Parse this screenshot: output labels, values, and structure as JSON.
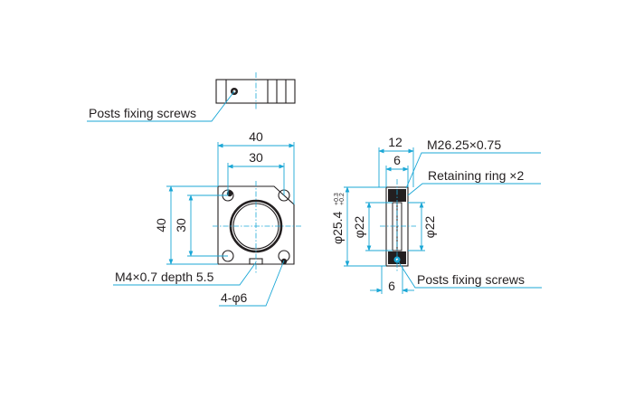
{
  "labels": {
    "top_posts_fixing_screws": "Posts fixing screws",
    "side_posts_fixing_screws": "Posts fixing screws",
    "thread_spec": "M26.25×0.75",
    "retaining_ring": "Retaining ring ×2",
    "tapped_hole": "M4×0.7 depth 5.5",
    "holes": "4-φ6"
  },
  "dimensions": {
    "front_outer_width": "40",
    "front_inner_width": "30",
    "front_outer_height": "40",
    "front_inner_height": "30",
    "side_total_width": "12",
    "side_ring_width": "6",
    "side_bottom_width": "6",
    "side_outer_diameter": "φ25.4",
    "side_tol_upper": "+0.3",
    "side_tol_lower": "+0.2",
    "side_inner_diameter_left": "φ22",
    "side_inner_diameter_right": "φ22"
  },
  "colors": {
    "dimension_lines": "#1ba7d6",
    "part_outline": "#231f20"
  }
}
